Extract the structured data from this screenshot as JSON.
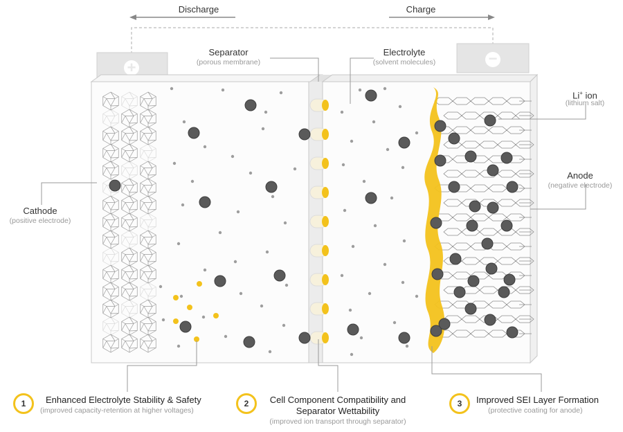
{
  "arrows": {
    "discharge": "Discharge",
    "charge": "Charge"
  },
  "terminals": {
    "positive_symbol": "+",
    "negative_symbol": "−"
  },
  "labels": {
    "separator": {
      "title": "Separator",
      "sub": "(porous membrane)"
    },
    "electrolyte": {
      "title": "Electrolyte",
      "sub": "(solvent molecules)"
    },
    "li_ion": {
      "title_main": "Li",
      "title_sup": "+",
      "title_rest": " ion",
      "sub": "(lithium salt)"
    },
    "anode": {
      "title": "Anode",
      "sub": "(negative electrode)"
    },
    "cathode": {
      "title": "Cathode",
      "sub": "(positive electrode)"
    }
  },
  "benefits": [
    {
      "number": "1",
      "title": "Enhanced Electrolyte Stability & Safety",
      "sub": "(improved capacity-retention at higher voltages)"
    },
    {
      "number": "2",
      "title_line1": "Cell Component Compatibility and",
      "title_line2": "Separator Wettability",
      "sub": "(improved ion transport through separator)"
    },
    {
      "number": "3",
      "title": "Improved SEI Layer Formation",
      "sub": "(protective coating for anode)"
    }
  ],
  "colors": {
    "accent": "#f3c21c",
    "ion": "#5a5a5a",
    "outline": "#b5b5b5",
    "text": "#333333",
    "subtext": "#999999"
  }
}
